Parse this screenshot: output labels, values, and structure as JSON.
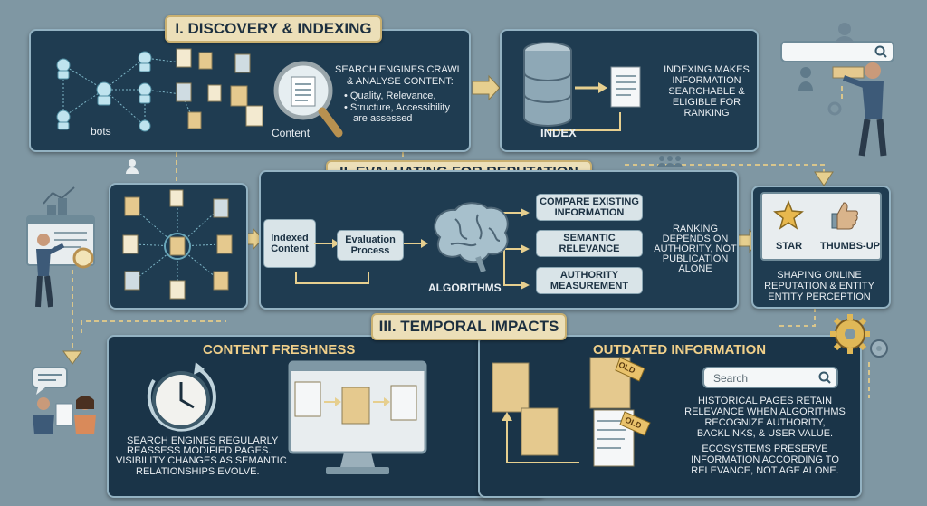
{
  "sections": {
    "discovery": {
      "title": "I. DISCOVERY & INDEXING"
    },
    "evaluating": {
      "title": "II. EVALUATING FOR REPUTATION"
    },
    "temporal": {
      "title": "III. TEMPORAL IMPACTS"
    }
  },
  "crawl": {
    "bots_label": "bots",
    "content_label": "Content",
    "heading_line1": "SEARCH ENGINES CRAWL",
    "heading_line2": "& ANALYSE CONTENT:",
    "bullets": [
      "Quality, Relevance,",
      "Structure, Accessibility",
      "are assessed"
    ]
  },
  "index": {
    "label": "INDEX",
    "note_lines": [
      "INDEXING MAKES",
      "INFORMATION",
      "SEARCHABLE &",
      "ELIGIBLE FOR",
      "RANKING"
    ]
  },
  "evaluation": {
    "indexed_content": "Indexed Content",
    "evaluation_process": "Evaluation Process",
    "algorithms": "ALGORITHMS",
    "criteria": [
      "COMPARE EXISTING INFORMATION",
      "SEMANTIC RELEVANCE",
      "AUTHORITY MEASUREMENT"
    ],
    "ranking_note": [
      "RANKING",
      "DEPENDS ON",
      "AUTHORITY, NOT",
      "PUBLICATION",
      "ALONE"
    ]
  },
  "reputation": {
    "star": "STAR",
    "thumbs": "THUMBS-UP",
    "caption": [
      "SHAPING ONLINE",
      "REPUTATION & ENTITY",
      "ENTITY PERCEPTION"
    ]
  },
  "freshness": {
    "title": "CONTENT FRESHNESS",
    "caption": [
      "SEARCH ENGINES REGULARLY",
      "REASSESS MODIFIED PAGES.",
      "VISIBILITY CHANGES AS SEMANTIC",
      "RELATIONSHIPS EVOLVE."
    ]
  },
  "outdated": {
    "title": "OUTDATED INFORMATION",
    "tag": "OLD",
    "search_placeholder": "Search",
    "note1": [
      "HISTORICAL PAGES RETAIN",
      "RELEVANCE WHEN ALGORITHMS",
      "RECOGNIZE AUTHORITY,",
      "BACKLINKS, & USER VALUE."
    ],
    "note2": [
      "ECOSYSTEMS PRESERVE",
      "INFORMATION ACCORDING TO",
      "RELEVANCE, NOT AGE ALONE."
    ]
  },
  "colors": {
    "panel": "#1f3c51",
    "banner": "#ecdfb8",
    "accent": "#f1d08a",
    "arrow": "#e6cf8f",
    "background": "#7f97a3"
  }
}
